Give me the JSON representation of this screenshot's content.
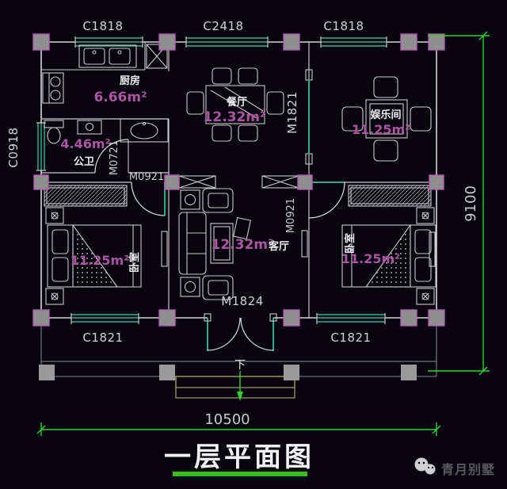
{
  "title": {
    "text": "一层平面图"
  },
  "watermark": {
    "brand": "青月别墅",
    "icon": "wechat-icon"
  },
  "dimensions": {
    "bottom_total": "10500",
    "right_total": "9100"
  },
  "stairs": {
    "down_label": "下"
  },
  "windows": {
    "top_left": "C1818",
    "top_center": "C2418",
    "top_right": "C1818",
    "left_bath": "C0918",
    "bottom_left": "C1821",
    "bottom_right": "C1821"
  },
  "doors": {
    "dining_entertainment": "M1821",
    "bathroom": "M0721",
    "bedroom_left": "M0921",
    "bedroom_right": "M0921",
    "entrance": "M1824"
  },
  "rooms": {
    "kitchen": {
      "name": "厨房",
      "area": "6.66m²"
    },
    "dining": {
      "name": "餐厅",
      "area": "12.32m²"
    },
    "entertainment": {
      "name": "娱乐间",
      "area": "11.25m²"
    },
    "bathroom": {
      "name": "公卫",
      "area": "4.46m²"
    },
    "bedroom_left": {
      "name": "卧室",
      "area": "11.25m²"
    },
    "living": {
      "name": "客厅",
      "area": "12.32m²"
    },
    "bedroom_right": {
      "name": "卧室",
      "area": "11.25m²"
    }
  },
  "colors": {
    "background": "#080510",
    "wall_line": "#d6d6d6",
    "window_door_teal": "#35b29b",
    "dimension_green": "#2fd32f",
    "area_text_magenta": "#ad55a2",
    "column_fill": "#8f8f8f",
    "column_stroke": "#b55ab5",
    "step_olive": "#97975a",
    "title_underline": "#36c01e"
  }
}
